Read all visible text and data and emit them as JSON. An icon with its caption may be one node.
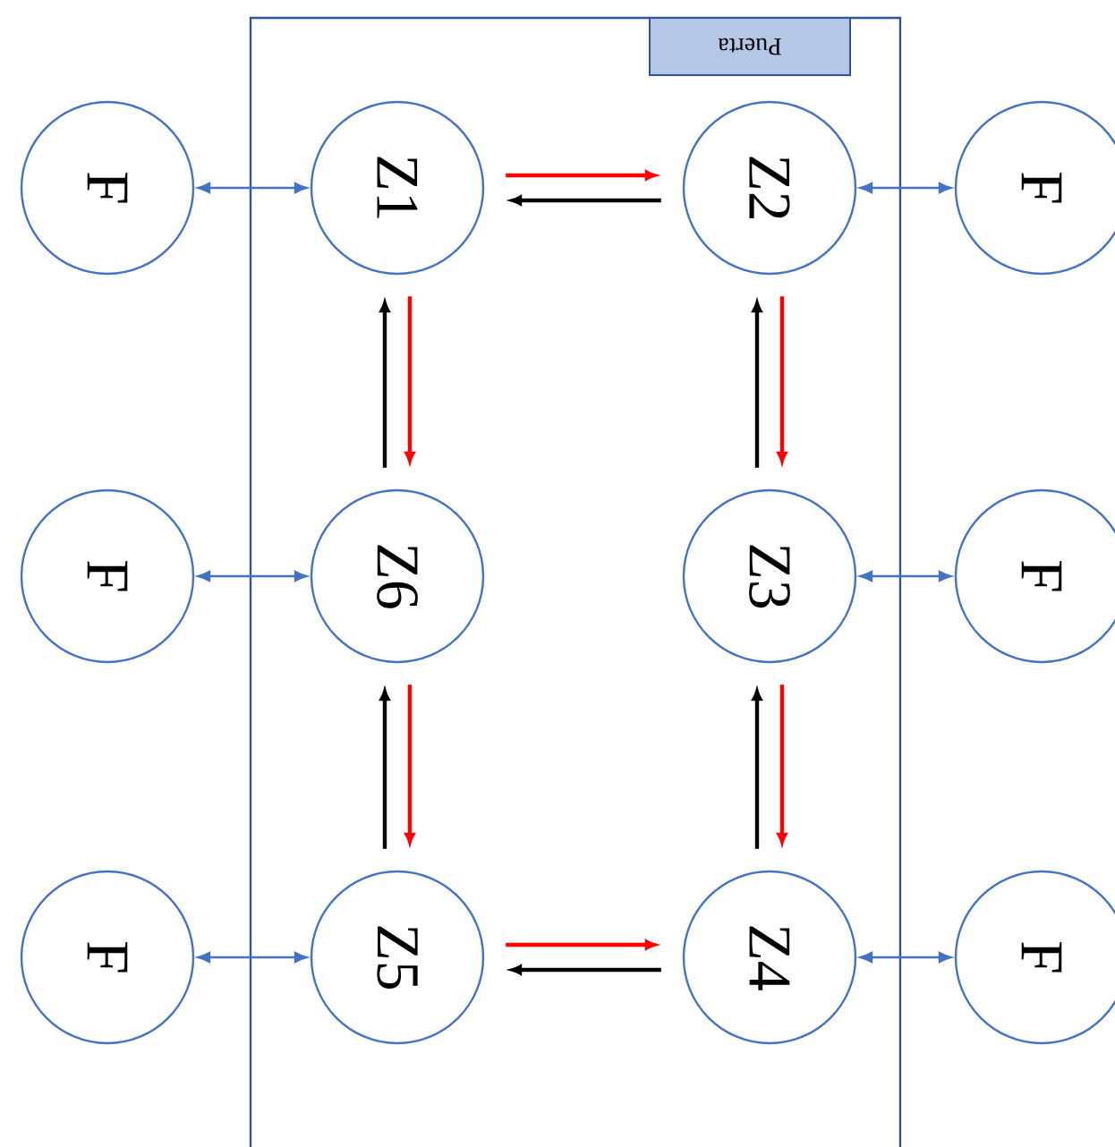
{
  "diagram": {
    "nodes": [
      {
        "text": [],
        "shape": "box"
      },
      {
        "text": [
          "Puerta"
        ],
        "in": 0
      },
      {
        "text": [
          "F"
        ]
      },
      {
        "text": [
          "Z1"
        ],
        "in": 0
      },
      {
        "text": [
          "Z2"
        ],
        "in": 0
      },
      {
        "text": [
          "F"
        ]
      },
      {
        "text": [
          "F"
        ]
      },
      {
        "text": [
          "Z6"
        ],
        "in": 0
      },
      {
        "text": [
          "Z3"
        ],
        "in": 0
      },
      {
        "text": [
          "F"
        ]
      },
      {
        "text": [
          "F"
        ]
      },
      {
        "text": [
          "Z5"
        ],
        "in": 0
      },
      {
        "text": [
          "Z4"
        ],
        "in": 0
      },
      {
        "text": [
          "F"
        ]
      }
    ],
    "edges": [
      {
        "from": 2,
        "to": 3,
        "arrow": "both",
        "color": "#4472c4"
      },
      {
        "from": 4,
        "to": 5,
        "arrow": "both",
        "color": "#4472c4"
      },
      {
        "from": 6,
        "to": 7,
        "arrow": "both",
        "color": "#4472c4"
      },
      {
        "from": 8,
        "to": 9,
        "arrow": "both",
        "color": "#4472c4"
      },
      {
        "from": 10,
        "to": 11,
        "arrow": "both",
        "color": "#4472c4"
      },
      {
        "from": 12,
        "to": 13,
        "arrow": "both",
        "color": "#4472c4"
      },
      {
        "from": 3,
        "to": 4,
        "arrow": "to",
        "color": "#ff0000"
      },
      {
        "from": 4,
        "to": 3,
        "arrow": "to",
        "color": "#000000"
      },
      {
        "from": 7,
        "to": 3,
        "arrow": "to",
        "color": "#000000"
      },
      {
        "from": 3,
        "to": 7,
        "arrow": "to",
        "color": "#ff0000"
      },
      {
        "from": 8,
        "to": 4,
        "arrow": "to",
        "color": "#000000"
      },
      {
        "from": 4,
        "to": 8,
        "arrow": "to",
        "color": "#ff0000"
      },
      {
        "from": 11,
        "to": 7,
        "arrow": "to",
        "color": "#000000"
      },
      {
        "from": 7,
        "to": 11,
        "arrow": "to",
        "color": "#ff0000"
      },
      {
        "from": 12,
        "to": 8,
        "arrow": "to",
        "color": "#000000"
      },
      {
        "from": 8,
        "to": 12,
        "arrow": "to",
        "color": "#ff0000"
      },
      {
        "from": 11,
        "to": 12,
        "arrow": "to",
        "color": "#ff0000"
      },
      {
        "from": 12,
        "to": 11,
        "arrow": "to",
        "color": "#000000"
      }
    ]
  }
}
